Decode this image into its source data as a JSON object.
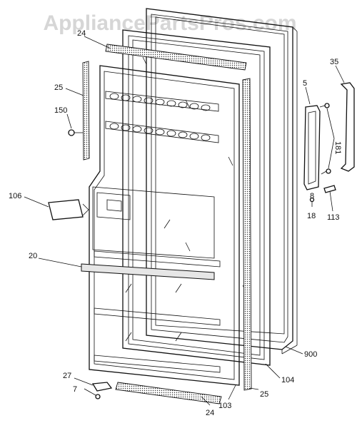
{
  "watermark": "AppliancePartsPros.com",
  "callouts": {
    "c24_top": "24",
    "c25_left": "25",
    "c150": "150",
    "c106": "106",
    "c20": "20",
    "c27": "27",
    "c7": "7",
    "c24_bottom": "24",
    "c103": "103",
    "c25_right": "25",
    "c104": "104",
    "c900": "900",
    "c5": "5",
    "c35": "35",
    "c181": "181",
    "c8": "8",
    "c18": "18",
    "c113": "113"
  }
}
